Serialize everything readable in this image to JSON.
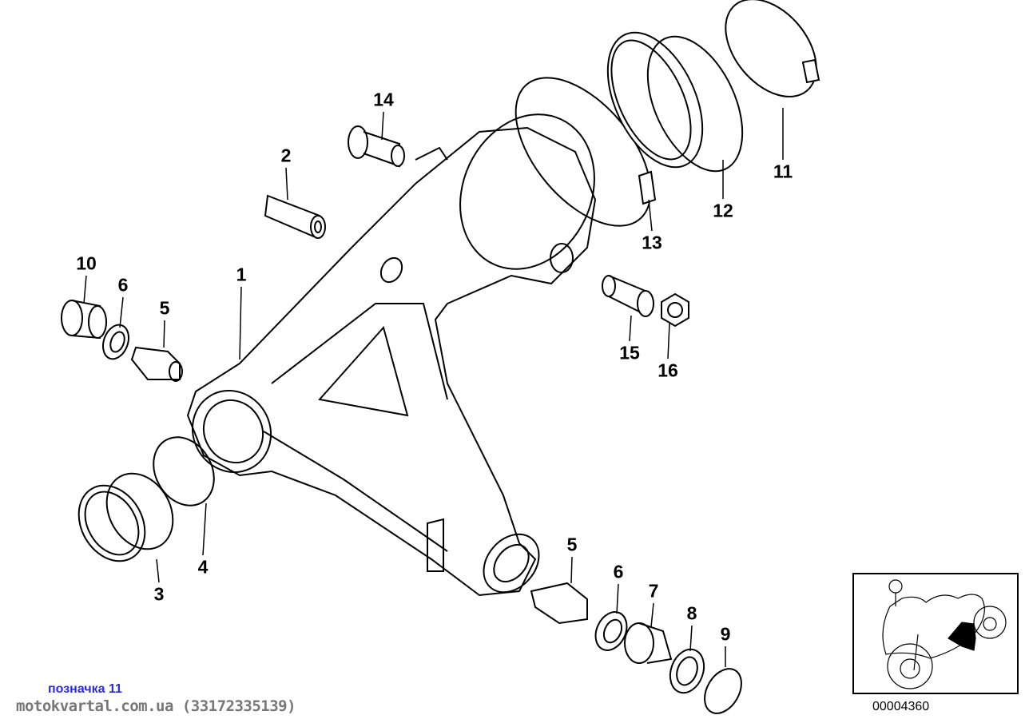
{
  "callouts": {
    "c1": "1",
    "c2": "2",
    "c3": "3",
    "c4": "4",
    "c5a": "5",
    "c5b": "5",
    "c6a": "6",
    "c6b": "6",
    "c7": "7",
    "c8": "8",
    "c9": "9",
    "c10": "10",
    "c11": "11",
    "c12": "12",
    "c13": "13",
    "c14": "14",
    "c15": "15",
    "c16": "16"
  },
  "inset": {
    "code": "00004360"
  },
  "footer": {
    "tag": "позначка 11",
    "site": "motokvartal.com.ua (33172335139)"
  },
  "colors": {
    "tag": "#2a2aee",
    "site": "#777777",
    "line": "#000000"
  }
}
